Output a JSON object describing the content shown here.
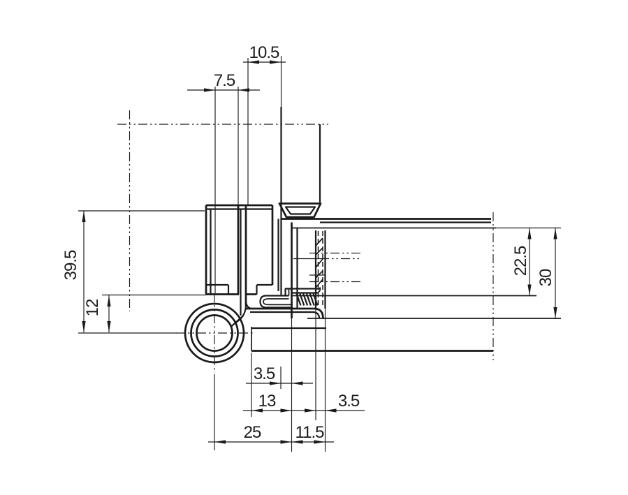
{
  "colors": {
    "line": "#1a1a1a",
    "text": "#1c1c1c",
    "background": "#ffffff"
  },
  "dims": {
    "top_outer": "10.5",
    "top_inner": "7.5",
    "left_outer": "39.5",
    "left_inner": "12",
    "right_inner": "22.5",
    "right_outer": "30",
    "bottom_row1": "3.5",
    "bottom_row2_left": "13",
    "bottom_row2_right": "3.5",
    "bottom_row3_left": "25",
    "bottom_row3_right": "11.5"
  }
}
